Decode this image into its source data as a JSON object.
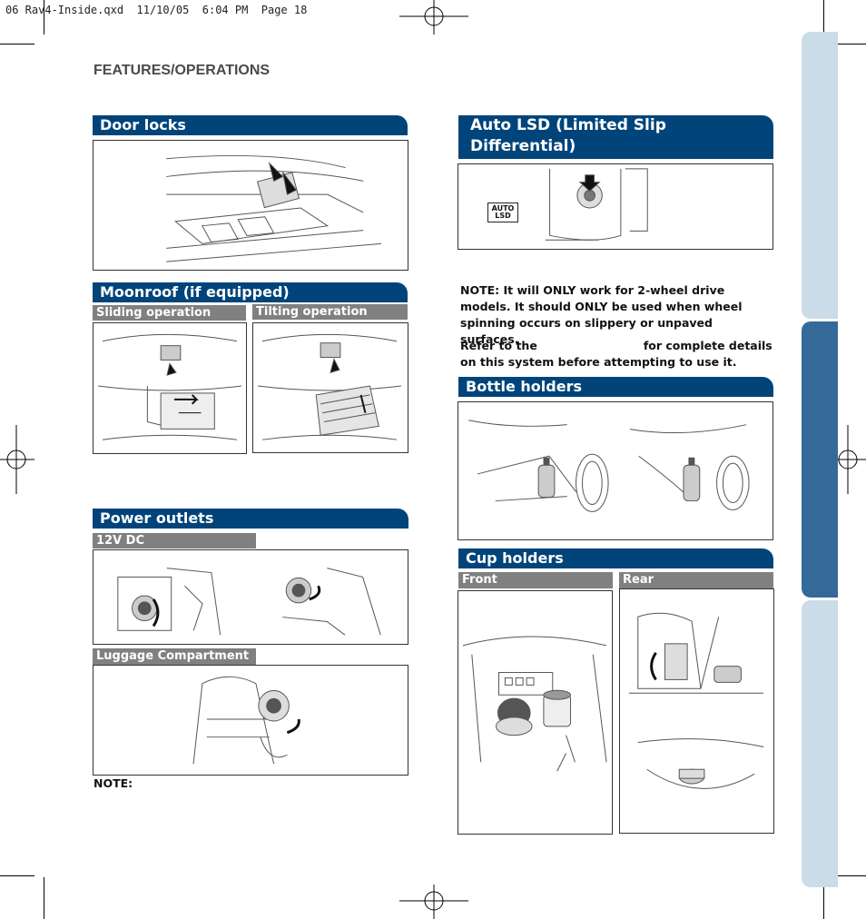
{
  "slug": "06 Rav4-Inside.qxd  11/10/05  6:04 PM  Page 18",
  "section_title": "FEATURES/OPERATIONS",
  "door_locks": {
    "title": "Door locks"
  },
  "moonroof": {
    "title": "Moonroof (if equipped)",
    "sliding_label": "Sliding operation",
    "tilting_label": "Tilting operation"
  },
  "power_outlets": {
    "title": "Power outlets",
    "dc_label": "12V DC",
    "luggage_label": "Luggage Compartment",
    "note_label": "NOTE:"
  },
  "auto_lsd": {
    "title_line1": "Auto LSD (Limited Slip Differential)",
    "title_line2": "(2WD models)",
    "badge_line1": "AUTO",
    "badge_line2": "LSD",
    "note1": "NOTE: It will ONLY work for 2-wheel drive models. It should ONLY be used when wheel spinning occurs on slippery or unpaved surfaces.",
    "note2_part1": "Refer to the",
    "note2_part2": "for complete details on this system before attempting to use it."
  },
  "bottle_holders": {
    "title": "Bottle holders"
  },
  "cup_holders": {
    "title": "Cup holders",
    "front_label": "Front",
    "rear_label": "Rear"
  },
  "colors": {
    "header_blue": "#00447a",
    "subheader_gray": "#808080",
    "tab_light": "#c9dce8",
    "tab_active": "#34699a"
  }
}
